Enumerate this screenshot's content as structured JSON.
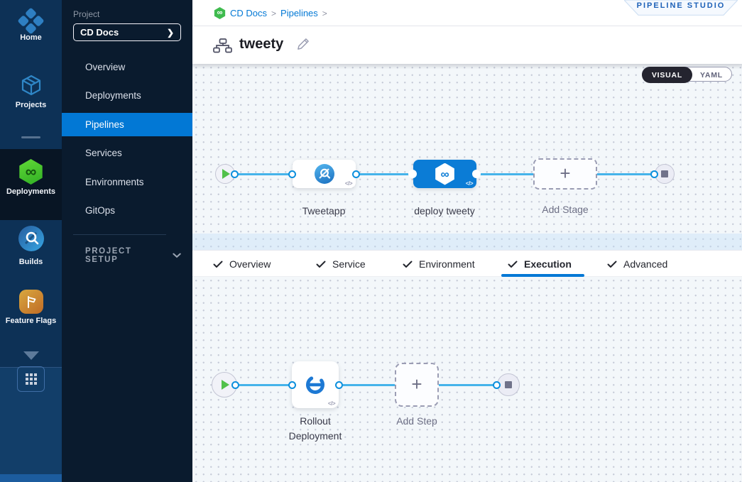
{
  "colors": {
    "accent": "#0278d5",
    "connector_blue": "#45b3ea",
    "rail_background": "#0d3156",
    "sidebar_background": "#0a1b2e",
    "cd_green": "#3fbb4e",
    "selected_stage_blue": "#0b7cd6"
  },
  "icons": {
    "infinity": "∞",
    "code": "</>",
    "plus": "+",
    "chevron_right": "❯"
  },
  "left_rail": {
    "modules": [
      {
        "id": "home",
        "label": "Home",
        "active": false
      },
      {
        "id": "projects",
        "label": "Projects",
        "active": false
      },
      {
        "id": "deployments",
        "label": "Deployments",
        "active": true
      },
      {
        "id": "builds",
        "label": "Builds",
        "active": false
      },
      {
        "id": "feature-flags",
        "label": "Feature Flags",
        "active": false
      }
    ]
  },
  "project_sidebar": {
    "section_label": "Project",
    "project_selector_value": "CD Docs",
    "items": [
      {
        "label": "Overview",
        "active": false
      },
      {
        "label": "Deployments",
        "active": false
      },
      {
        "label": "Pipelines",
        "active": true
      },
      {
        "label": "Services",
        "active": false
      },
      {
        "label": "Environments",
        "active": false
      },
      {
        "label": "GitOps",
        "active": false
      }
    ],
    "setup_label": "PROJECT SETUP"
  },
  "header": {
    "breadcrumb": {
      "project": "CD Docs",
      "section": "Pipelines",
      "separator": ">"
    },
    "studio_badge": "PIPELINE STUDIO",
    "pipeline_name": "tweety",
    "view_toggle": {
      "options": [
        "VISUAL",
        "YAML"
      ],
      "selected": "VISUAL"
    }
  },
  "stage_canvas": {
    "stages": [
      {
        "name": "Tweetapp",
        "type": "build",
        "selected": false
      },
      {
        "name": "deploy tweety",
        "type": "deploy",
        "selected": true
      }
    ],
    "add_stage_label": "Add Stage"
  },
  "tab_bar": {
    "tabs": [
      {
        "label": "Overview",
        "checked": true,
        "active": false
      },
      {
        "label": "Service",
        "checked": true,
        "active": false
      },
      {
        "label": "Environment",
        "checked": true,
        "active": false
      },
      {
        "label": "Execution",
        "checked": true,
        "active": true
      },
      {
        "label": "Advanced",
        "checked": true,
        "active": false
      }
    ]
  },
  "execution_canvas": {
    "steps": [
      {
        "name": "Rollout Deployment",
        "type": "k8s-rolling"
      }
    ],
    "add_step_label": "Add Step"
  }
}
